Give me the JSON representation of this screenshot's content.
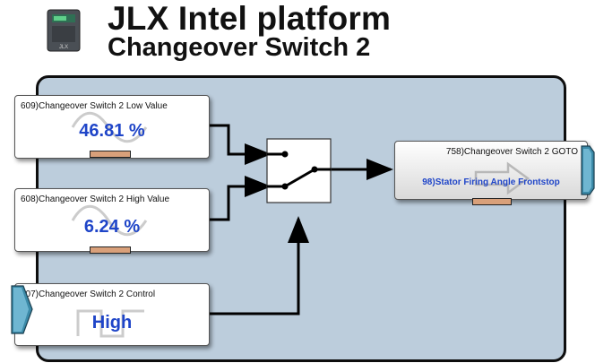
{
  "header": {
    "title": "JLX Intel platform",
    "subtitle": "Changeover Switch 2",
    "device_logo_text": "JLX"
  },
  "blocks": {
    "low_value": {
      "label": "609)Changeover Switch 2 Low Value",
      "value": "46.81 %"
    },
    "high_value": {
      "label": "608)Changeover Switch 2 High Value",
      "value": "6.24 %"
    },
    "control": {
      "label": "607)Changeover Switch 2 Control",
      "value": "High"
    },
    "goto": {
      "label": "758)Changeover Switch 2 GOTO",
      "destination": "98)Stator Firing Angle Frontstop"
    }
  },
  "colors": {
    "panel_bg": "#bccddc",
    "value_text": "#1f45c8",
    "connector": "#d9a07a",
    "port": "#3b8aa8"
  },
  "icons": [
    "device-icon",
    "sine-wave-icon",
    "square-wave-icon",
    "switch-icon",
    "arrow-right-icon",
    "port-icon"
  ]
}
